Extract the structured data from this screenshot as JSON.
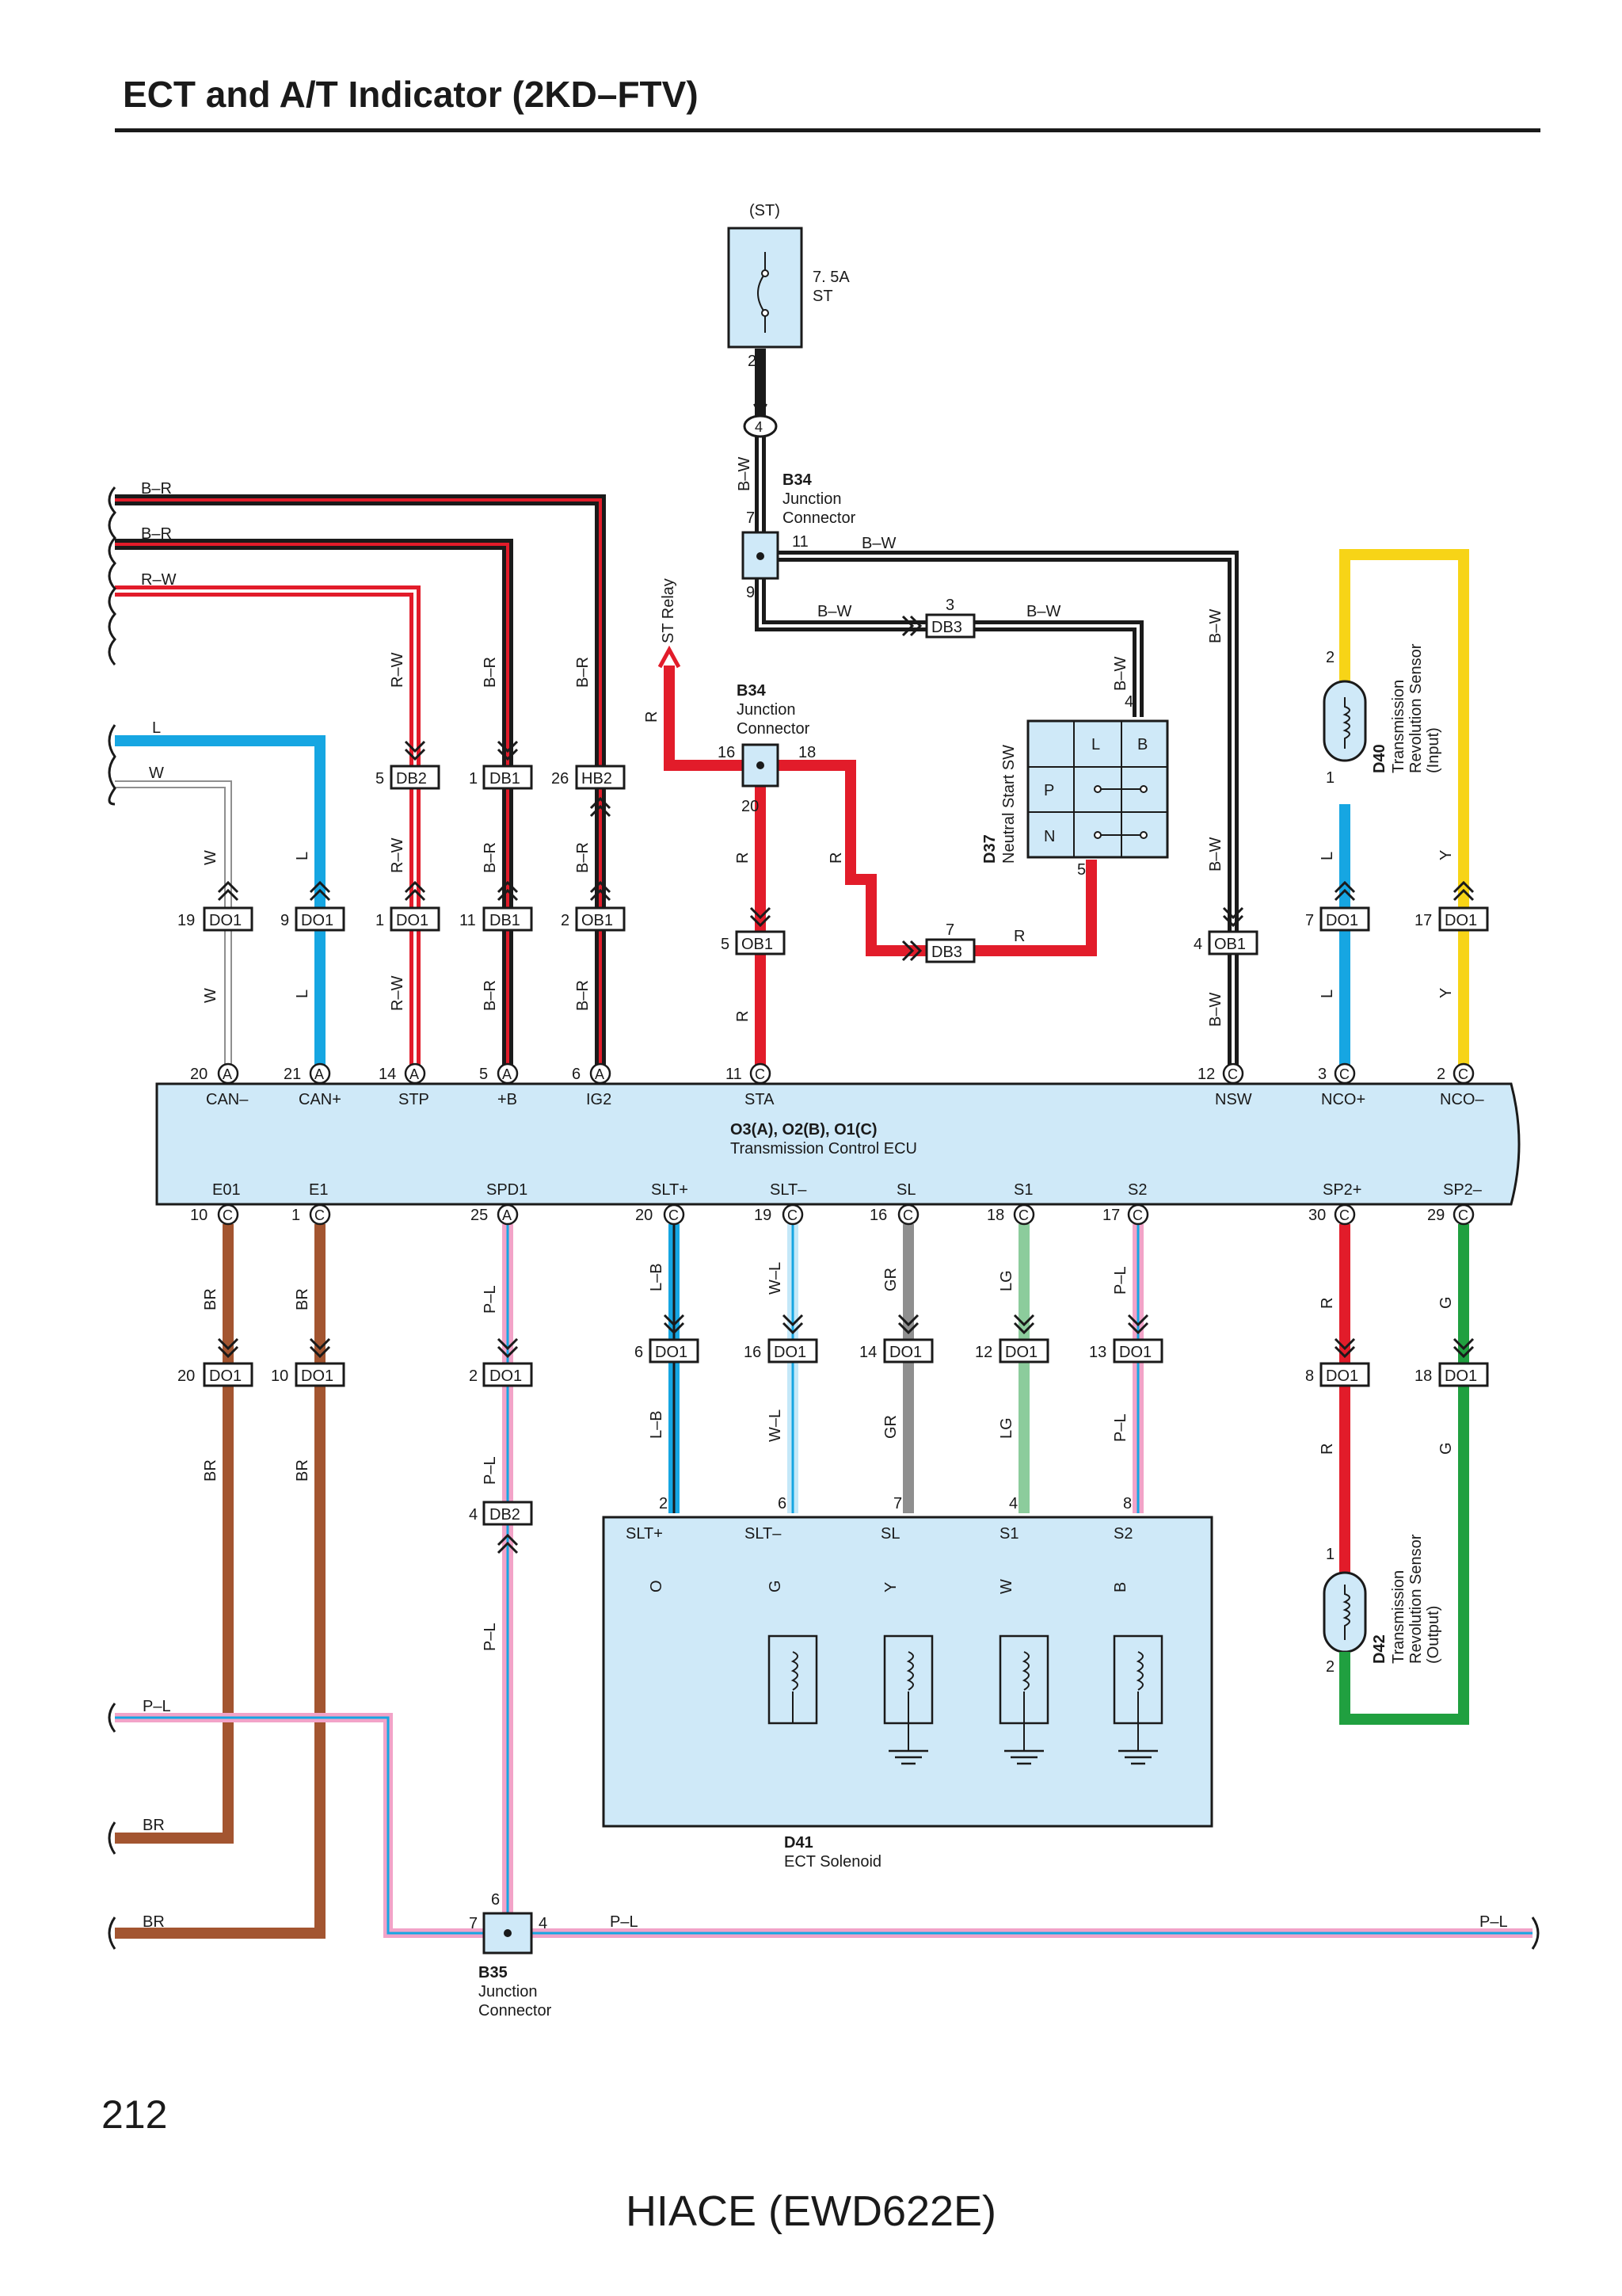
{
  "page": {
    "title": "ECT and A/T Indicator (2KD–FTV)",
    "page_number": "212",
    "footer": "HIACE (EWD622E)"
  },
  "colors": {
    "wire_black": "#1a1a1a",
    "wire_red": "#e21c2a",
    "wire_blue": "#16a6e2",
    "wire_yellow": "#f7d417",
    "wire_brown": "#a35530",
    "wire_green": "#20a040",
    "wire_orange": "#f39a1e",
    "wire_gray": "#8f8f8f",
    "wire_lightgreen": "#8ccc9c",
    "wire_pink": "#f2a3c8",
    "wire_white": "#ffffff",
    "component_fill": "#cfe9f8"
  },
  "fuse": {
    "label": "(ST)",
    "rating": "7. 5A",
    "name": "ST",
    "pin": "2"
  },
  "b34": {
    "code": "B34",
    "line1": "Junction",
    "line2": "Connector"
  },
  "b35": {
    "code": "B35",
    "line1": "Junction",
    "line2": "Connector"
  },
  "st_relay": "ST Relay",
  "d37": {
    "code": "D37",
    "name": "Neutral Start SW",
    "cols": [
      "L",
      "B"
    ],
    "rows": [
      "P",
      "N"
    ]
  },
  "d40": {
    "code": "D40",
    "line1": "Transmission",
    "line2": "Revolution Sensor",
    "line3": "(Input)"
  },
  "d42": {
    "code": "D42",
    "line1": "Transmission",
    "line2": "Revolution Sensor",
    "line3": "(Output)"
  },
  "d41": {
    "code": "D41",
    "name": "ECT Solenoid"
  },
  "ecu": {
    "code": "O3(A), O2(B), O1(C)",
    "name": "Transmission Control ECU"
  },
  "ecu_top_pins": [
    {
      "name": "CAN–",
      "num": "20",
      "conn": "A"
    },
    {
      "name": "CAN+",
      "num": "21",
      "conn": "A"
    },
    {
      "name": "STP",
      "num": "14",
      "conn": "A"
    },
    {
      "name": "+B",
      "num": "5",
      "conn": "A"
    },
    {
      "name": "IG2",
      "num": "6",
      "conn": "A"
    },
    {
      "name": "STA",
      "num": "11",
      "conn": "C"
    },
    {
      "name": "NSW",
      "num": "12",
      "conn": "C"
    },
    {
      "name": "NCO+",
      "num": "3",
      "conn": "C"
    },
    {
      "name": "NCO–",
      "num": "2",
      "conn": "C"
    }
  ],
  "ecu_bottom_pins": [
    {
      "name": "E01",
      "num": "10",
      "conn": "C"
    },
    {
      "name": "E1",
      "num": "1",
      "conn": "C"
    },
    {
      "name": "SPD1",
      "num": "25",
      "conn": "A"
    },
    {
      "name": "SLT+",
      "num": "20",
      "conn": "C"
    },
    {
      "name": "SLT–",
      "num": "19",
      "conn": "C"
    },
    {
      "name": "SL",
      "num": "16",
      "conn": "C"
    },
    {
      "name": "S1",
      "num": "18",
      "conn": "C"
    },
    {
      "name": "S2",
      "num": "17",
      "conn": "C"
    },
    {
      "name": "SP2+",
      "num": "30",
      "conn": "C"
    },
    {
      "name": "SP2–",
      "num": "29",
      "conn": "C"
    }
  ],
  "solenoid_terminals": [
    "SLT+",
    "SLT–",
    "SL",
    "S1",
    "S2"
  ],
  "solenoid_pins": [
    "2",
    "6",
    "7",
    "4",
    "8"
  ],
  "connectors": {
    "do1": "DO1",
    "db1": "DB1",
    "db2": "DB2",
    "db3": "DB3",
    "hb2": "HB2",
    "ob1": "OB1"
  },
  "pin_numbers": {
    "n1": "1",
    "n2": "2",
    "n3": "3",
    "n4": "4",
    "n5": "5",
    "n6": "6",
    "n7": "7",
    "n8": "8",
    "n9": "9",
    "n10": "10",
    "n11": "11",
    "n12": "12",
    "n13": "13",
    "n14": "14",
    "n16": "16",
    "n17": "17",
    "n18": "18",
    "n19": "19",
    "n20": "20",
    "n26": "26"
  },
  "wire_codes": {
    "br_red": "B–R",
    "rw": "R–W",
    "l": "L",
    "w": "W",
    "bw": "B–W",
    "r": "R",
    "y": "Y",
    "br": "BR",
    "pl": "P–L",
    "lb": "L–B",
    "wl": "W–L",
    "gr": "GR",
    "lg": "LG",
    "g": "G",
    "o": "O",
    "b": "B"
  }
}
